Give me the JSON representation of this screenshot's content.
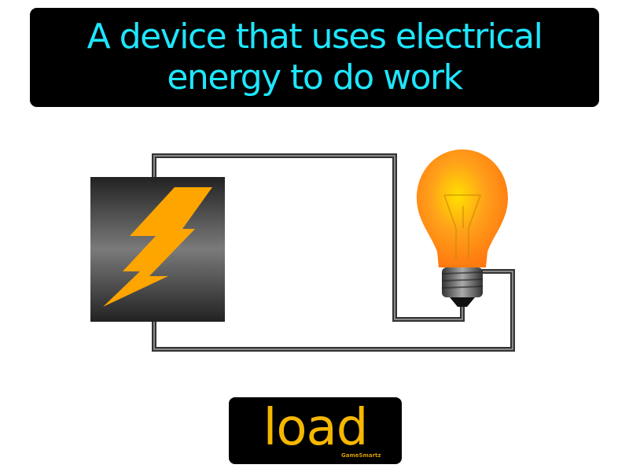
{
  "definition": {
    "line1": "A device that uses electrical",
    "line2": "energy to do work"
  },
  "term": {
    "word": "load",
    "brand": "GameSmartz"
  },
  "diagram": {
    "components": [
      "power-source-battery",
      "wire-circuit",
      "light-bulb"
    ],
    "colors": {
      "definition_text": "#1ee6ff",
      "term_text": "#f5b700",
      "bolt": "#ffa500",
      "bulb": "#ff8c1a",
      "wire": "#444444"
    }
  }
}
